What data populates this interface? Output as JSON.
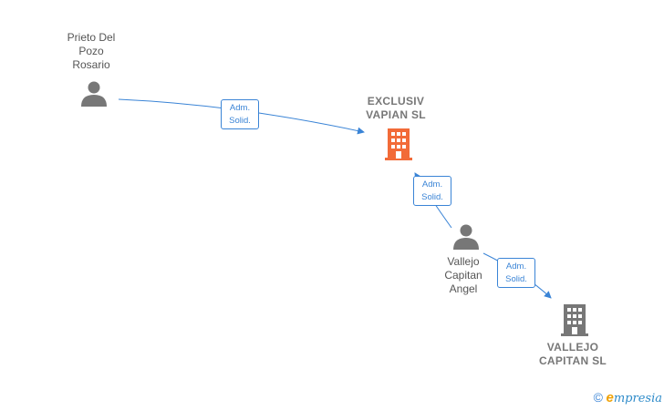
{
  "nodes": {
    "person1": {
      "name": "Prieto Del\nPozo\nRosario",
      "icon": "person-icon"
    },
    "company1": {
      "name": "EXCLUSIV\nVAPIAN  SL",
      "icon": "building-icon",
      "color": "#f26b38"
    },
    "person2": {
      "name": "Vallejo\nCapitan\nAngel",
      "icon": "person-icon"
    },
    "company2": {
      "name": "VALLEJO\nCAPITAN  SL",
      "icon": "building-icon",
      "color": "#777777"
    }
  },
  "edges": [
    {
      "from": "person1",
      "to": "company1",
      "role_line1": "Adm.",
      "role_line2": "Solid."
    },
    {
      "from": "person2",
      "to": "company1",
      "role_line1": "Adm.",
      "role_line2": "Solid."
    },
    {
      "from": "person2",
      "to": "company2",
      "role_line1": "Adm.",
      "role_line2": "Solid."
    }
  ],
  "colors": {
    "edge": "#3a84d6",
    "person": "#777777"
  },
  "footer": {
    "copyright": "©",
    "brand_initial": "e",
    "brand_rest": "mpresia"
  }
}
